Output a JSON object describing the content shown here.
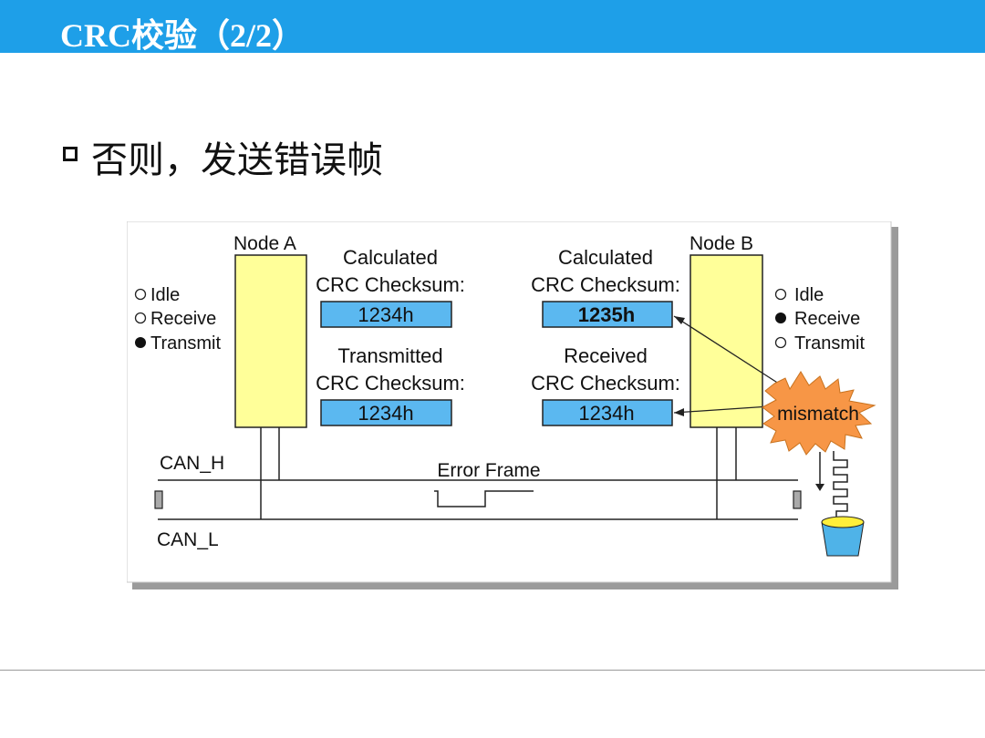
{
  "slide": {
    "title": "CRC校验（2/2）",
    "bullet": "否则，发送错误帧"
  },
  "diagram": {
    "node_a": {
      "label": "Node A",
      "states": [
        "Idle",
        "Receive",
        "Transmit"
      ],
      "selected_state": "Transmit",
      "calc_label_1": "Calculated",
      "calc_label_2": "CRC Checksum:",
      "calc_value": "1234h",
      "trans_label_1": "Transmitted",
      "trans_label_2": "CRC Checksum:",
      "trans_value": "1234h"
    },
    "node_b": {
      "label": "Node B",
      "states": [
        "Idle",
        "Receive",
        "Transmit"
      ],
      "selected_state": "Receive",
      "calc_label_1": "Calculated",
      "calc_label_2": "CRC Checksum:",
      "calc_value": "1235h",
      "recv_label_1": "Received",
      "recv_label_2": "CRC Checksum:",
      "recv_value": "1234h"
    },
    "mismatch": "mismatch",
    "can_h": "CAN_H",
    "can_l": "CAN_L",
    "error_frame": "Error Frame"
  },
  "colors": {
    "title_bar": "#1e9fe8",
    "node_fill": "#ffff99",
    "checksum_fill": "#5bb8f0",
    "burst_fill": "#f79646",
    "bucket_fill": "#4fb3e8",
    "bucket_top": "#ffef3a"
  }
}
